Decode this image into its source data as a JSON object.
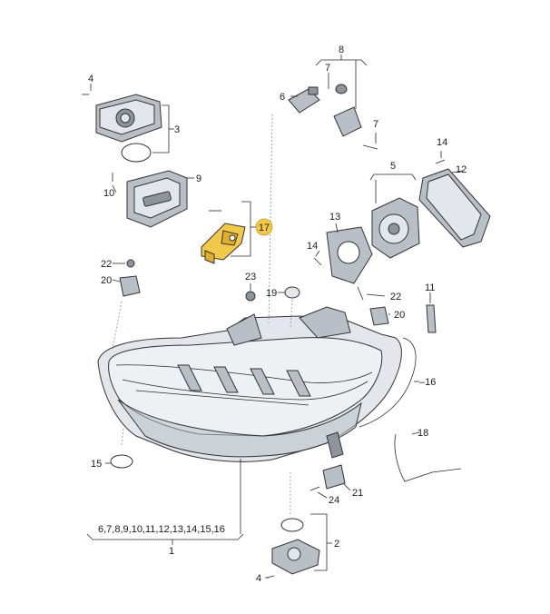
{
  "diagram": {
    "highlight_color": "#f2c84b",
    "line_color": "#2a2a2a",
    "leader_color": "#7fa3c8",
    "parts": [
      {
        "id": "p1",
        "label": "1"
      },
      {
        "id": "p2",
        "label": "2"
      },
      {
        "id": "p3",
        "label": "3"
      },
      {
        "id": "p4a",
        "label": "4"
      },
      {
        "id": "p4b",
        "label": "4"
      },
      {
        "id": "p5",
        "label": "5"
      },
      {
        "id": "p6",
        "label": "6"
      },
      {
        "id": "p7a",
        "label": "7"
      },
      {
        "id": "p7b",
        "label": "7"
      },
      {
        "id": "p8",
        "label": "8"
      },
      {
        "id": "p9",
        "label": "9"
      },
      {
        "id": "p10",
        "label": "10"
      },
      {
        "id": "p11",
        "label": "11"
      },
      {
        "id": "p12",
        "label": "12"
      },
      {
        "id": "p13",
        "label": "13"
      },
      {
        "id": "p14a",
        "label": "14"
      },
      {
        "id": "p14b",
        "label": "14"
      },
      {
        "id": "p15",
        "label": "15"
      },
      {
        "id": "p16",
        "label": "–16"
      },
      {
        "id": "p17",
        "label": "17"
      },
      {
        "id": "p18",
        "label": "18"
      },
      {
        "id": "p19",
        "label": "19"
      },
      {
        "id": "p20a",
        "label": "20"
      },
      {
        "id": "p20b",
        "label": "20"
      },
      {
        "id": "p21",
        "label": "21"
      },
      {
        "id": "p22a",
        "label": "22"
      },
      {
        "id": "p22b",
        "label": "22"
      },
      {
        "id": "p23",
        "label": "23"
      },
      {
        "id": "p24",
        "label": "24"
      }
    ],
    "assembly_label": "6,7,8,9,10,11,12,13,14,15,16"
  }
}
